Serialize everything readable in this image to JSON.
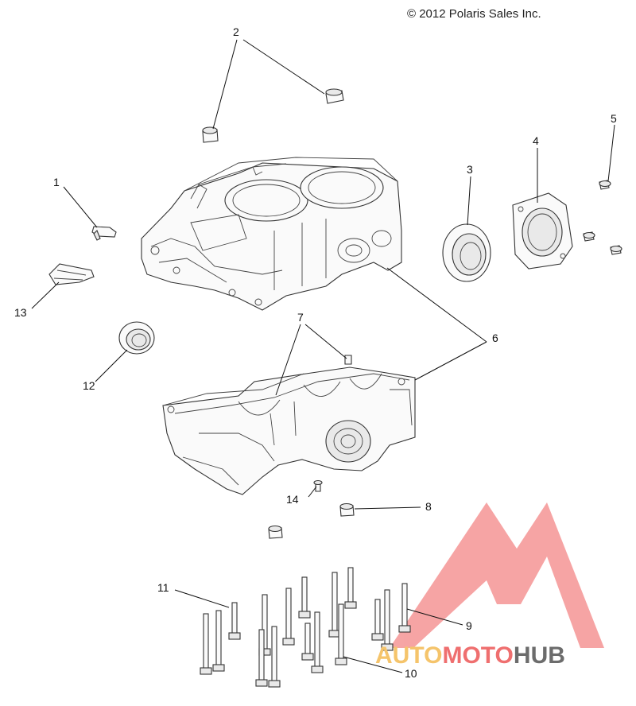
{
  "copyright": "© 2012 Polaris Sales Inc.",
  "callouts": [
    "1",
    "2",
    "3",
    "4",
    "5",
    "6",
    "7",
    "8",
    "9",
    "10",
    "11",
    "12",
    "13",
    "14"
  ],
  "watermark": {
    "part1": "AUTO",
    "part2": "MOTO",
    "part3": "HUB",
    "colors": {
      "auto": "#f5c46b",
      "moto": "#ef6f6f",
      "hub": "#6c6c6c",
      "logo": "#ef5b5b"
    }
  }
}
